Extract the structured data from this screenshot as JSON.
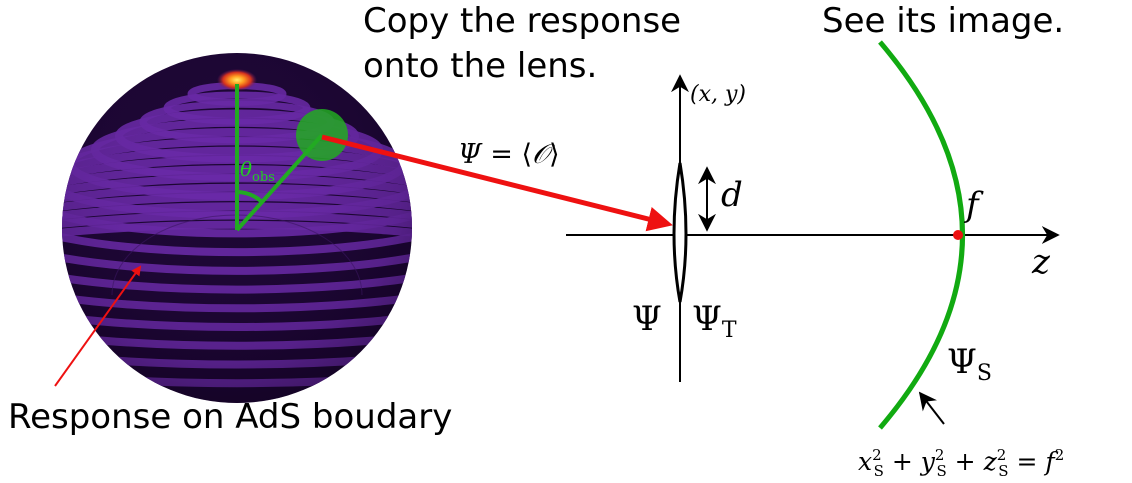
{
  "captions": {
    "copy_line1": "Copy the response",
    "copy_line2": "onto the lens.",
    "see_image": "See its image.",
    "boundary_response": "Response on AdS boudary"
  },
  "sphere_labels": {
    "theta": "θ",
    "theta_sub": "obs"
  },
  "arrow_label": {
    "psi": "Ψ",
    "equals": " = ⟨",
    "operator": "𝒪",
    "close": "⟩"
  },
  "axis_labels": {
    "xy": "(x, y)",
    "z": "z",
    "d": "d",
    "f": "f"
  },
  "lens_labels": {
    "psi": "Ψ",
    "psi_t": "Ψ",
    "psi_t_sub": "T"
  },
  "screen_labels": {
    "psi_s": "Ψ",
    "psi_s_sub": "S"
  },
  "equation": {
    "x": "x",
    "y": "y",
    "z": "z",
    "sub": "S",
    "sq": "2",
    "plus": " + ",
    "eq": " = ",
    "f": "f"
  },
  "colors": {
    "sphere_dark": "#1a0530",
    "sphere_band": "#6a2aa8",
    "hotspot_core": "#ffe640",
    "hotspot_mid": "#e0421e",
    "observer_green": "#22aa22",
    "source_arrow": "#ee1111",
    "screen_green": "#11aa11",
    "focal_point": "#ee1111"
  }
}
